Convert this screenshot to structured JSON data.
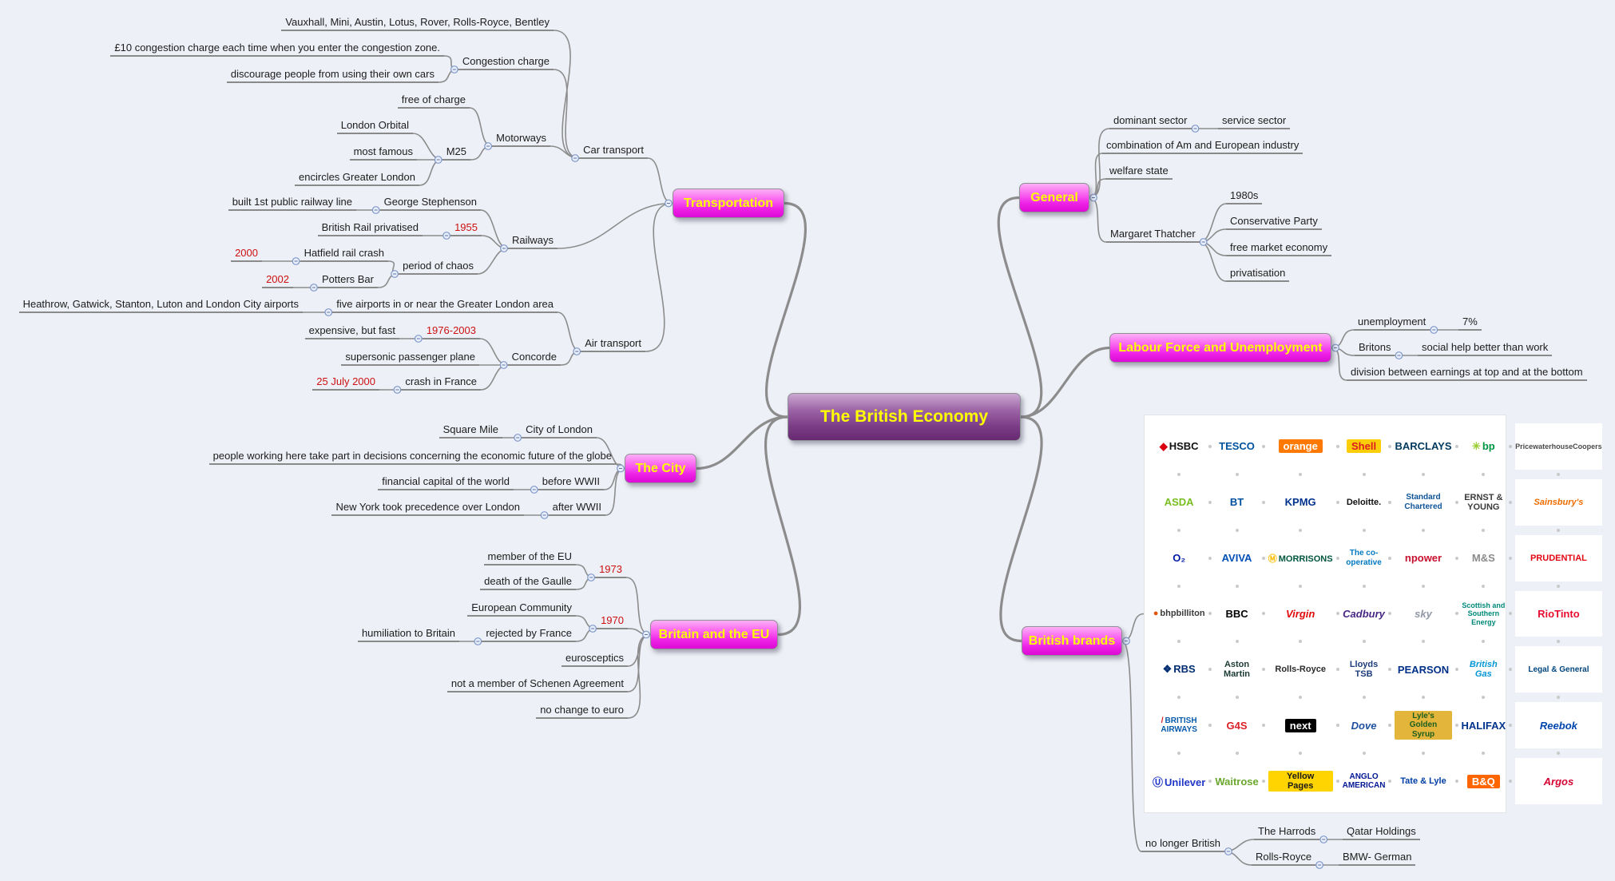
{
  "colors": {
    "background": "#eef0f7",
    "branch_line": "#8c8c8c",
    "topic_text": "#ffff00",
    "main_topic_fill": "#ee22e6",
    "central_fill": "#7c3d87",
    "year_text": "#cc1111"
  },
  "central": {
    "label": "The British Economy"
  },
  "transportation": {
    "label": "Transportation",
    "car_transport": {
      "label": "Car transport",
      "uk_car_brands": "Vauxhall, Mini, Austin, Lotus, Rover, Rolls-Royce, Bentley",
      "congestion_charge": {
        "label": "Congestion charge",
        "fee": "£10 congestion charge each time when you enter the congestion zone.",
        "purpose": "discourage people from using their own cars"
      },
      "motorways": {
        "label": "Motorways",
        "free": "free of charge",
        "m25": {
          "label": "M25",
          "orbital": "London Orbital",
          "famous": "most famous",
          "encircles": "encircles Greater London"
        }
      }
    },
    "railways": {
      "label": "Railways",
      "stephenson": {
        "label": "George Stephenson",
        "built": "built 1st public railway line"
      },
      "privatised": {
        "year": "1955",
        "label": "British Rail privatised"
      },
      "chaos": {
        "label": "period of chaos",
        "hatfield": {
          "label": "Hatfield rail crash",
          "year": "2000"
        },
        "potters": {
          "label": "Potters Bar",
          "year": "2002"
        }
      }
    },
    "air_transport": {
      "label": "Air transport",
      "airports": {
        "label": "five airports in or near the Greater London area",
        "list": "Heathrow, Gatwick, Stanton, Luton and London City airports"
      },
      "concorde": {
        "label": "Concorde",
        "years": {
          "label": "1976-2003",
          "desc": "expensive, but fast"
        },
        "supersonic": "supersonic passenger plane",
        "crash": {
          "label": "crash in France",
          "date": "25 July 2000"
        }
      }
    }
  },
  "the_city": {
    "label": "The City",
    "city_of_london": {
      "label": "City of London",
      "square_mile": "Square Mile"
    },
    "decisions": "people working here take part in decisions concerning the economic future of the globe",
    "before_wwii": {
      "label": "before WWII",
      "desc": "financial capital of the world"
    },
    "after_wwii": {
      "label": "after WWII",
      "desc": "New York took precedence over London"
    }
  },
  "britain_eu": {
    "label": "Britain and the EU",
    "y1973": {
      "label": "1973",
      "member": "member of the EU",
      "degaulle": "death of the Gaulle"
    },
    "y1970": {
      "label": "1970",
      "community": "European Community",
      "rejected": {
        "label": "rejected by France",
        "humiliation": "humiliation to Britain"
      }
    },
    "eurosceptics": "eurosceptics",
    "schengen": "not a member of Schenen Agreement",
    "euro": "no change to euro"
  },
  "general": {
    "label": "General",
    "dominant": {
      "label": "dominant sector",
      "desc": "service sector"
    },
    "combination": "combination of Am and European industry",
    "welfare": "welfare state",
    "thatcher": {
      "label": "Margaret Thatcher",
      "era": "1980s",
      "party": "Conservative Party",
      "economy": "free market economy",
      "privatisation": "privatisation"
    }
  },
  "labour": {
    "label": "Labour Force and Unemployment",
    "unemployment": {
      "label": "unemployment",
      "rate": "7%"
    },
    "britons": {
      "label": "Britons",
      "desc": "social help better than work"
    },
    "division": "division between earnings at top and at the bottom"
  },
  "brands": {
    "label": "British brands",
    "no_longer": {
      "label": "no longer British",
      "harrods": {
        "label": "The Harrods",
        "owner": "Qatar Holdings"
      },
      "rolls": {
        "label": "Rolls-Royce",
        "owner": "BMW- German"
      }
    },
    "grid": [
      [
        {
          "t": "HSBC",
          "c": "#111111",
          "pre": "◆",
          "pc": "#db0011"
        },
        {
          "t": "TESCO",
          "c": "#00539f"
        },
        {
          "t": "orange",
          "c": "#ffffff",
          "b": "#ff7900"
        },
        {
          "t": "Shell",
          "c": "#dd1d21",
          "b": "#fbce07"
        },
        {
          "t": "BARCLAYS",
          "c": "#00395d"
        },
        {
          "t": "bp",
          "c": "#009640",
          "pre": "✳",
          "pc": "#9acd32"
        },
        {
          "t": "PricewaterhouseCoopers",
          "c": "#4a4a4a"
        }
      ],
      [
        {
          "t": "ASDA",
          "c": "#78be20"
        },
        {
          "t": "BT",
          "c": "#0050a0"
        },
        {
          "t": "KPMG",
          "c": "#00338d"
        },
        {
          "t": "Deloitte.",
          "c": "#111111"
        },
        {
          "t": "Standard Chartered",
          "c": "#0f5499"
        },
        {
          "t": "ERNST & YOUNG",
          "c": "#3a3a3a"
        },
        {
          "t": "Sainsbury's",
          "c": "#f06c00",
          "i": true
        }
      ],
      [
        {
          "t": "O₂",
          "c": "#0019a5"
        },
        {
          "t": "AVIVA",
          "c": "#004fb6"
        },
        {
          "t": "MORRISONS",
          "c": "#00563f",
          "pre": "Ⓜ",
          "pc": "#fcbc00"
        },
        {
          "t": "The co-operative",
          "c": "#0079c1"
        },
        {
          "t": "npower",
          "c": "#c8102e"
        },
        {
          "t": "M&S",
          "c": "#8b8b8b"
        },
        {
          "t": "PRUDENTIAL",
          "c": "#e30613"
        }
      ],
      [
        {
          "t": "bhpbilliton",
          "c": "#3a3a3a",
          "pre": "●",
          "pc": "#e65300"
        },
        {
          "t": "BBC",
          "c": "#000000"
        },
        {
          "t": "Virgin",
          "c": "#e10a0a",
          "i": true
        },
        {
          "t": "Cadbury",
          "c": "#482683",
          "i": true
        },
        {
          "t": "sky",
          "c": "#8f98a3",
          "i": true
        },
        {
          "t": "Scottish and Southern Energy",
          "c": "#00897b"
        },
        {
          "t": "RioTinto",
          "c": "#e60d2e"
        }
      ],
      [
        {
          "t": "RBS",
          "c": "#002d72",
          "pre": "❖",
          "pc": "#002d72"
        },
        {
          "t": "Aston Martin",
          "c": "#1b3a34"
        },
        {
          "t": "Rolls-Royce",
          "c": "#2b2b2b"
        },
        {
          "t": "Lloyds TSB",
          "c": "#1e3c7b"
        },
        {
          "t": "PEARSON",
          "c": "#003087"
        },
        {
          "t": "British Gas",
          "c": "#0396d6",
          "i": true
        },
        {
          "t": "Legal & General",
          "c": "#00467f"
        }
      ],
      [
        {
          "t": "BRITISH AIRWAYS",
          "c": "#075aaa",
          "pre": "/",
          "pc": "#d71920"
        },
        {
          "t": "G4S",
          "c": "#dd1f26"
        },
        {
          "t": "next",
          "c": "#ffffff",
          "b": "#000000"
        },
        {
          "t": "Dove",
          "c": "#1f4f9f",
          "i": true
        },
        {
          "t": "Lyle's Golden Syrup",
          "c": "#1b5e20",
          "b": "#e3b53a"
        },
        {
          "t": "HALIFAX",
          "c": "#00338d"
        },
        {
          "t": "Reebok",
          "c": "#0046ad",
          "i": true
        }
      ],
      [
        {
          "t": "Unilever",
          "c": "#1f36c7",
          "pre": "Ⓤ",
          "pc": "#1f36c7"
        },
        {
          "t": "Waitrose",
          "c": "#6aa72d"
        },
        {
          "t": "Yellow Pages",
          "c": "#1a1a1a",
          "b": "#ffd400"
        },
        {
          "t": "ANGLO AMERICAN",
          "c": "#031795"
        },
        {
          "t": "Tate & Lyle",
          "c": "#003da5"
        },
        {
          "t": "B&Q",
          "c": "#ffffff",
          "b": "#ff6600"
        },
        {
          "t": "Argos",
          "c": "#d50032",
          "i": true
        }
      ]
    ]
  }
}
